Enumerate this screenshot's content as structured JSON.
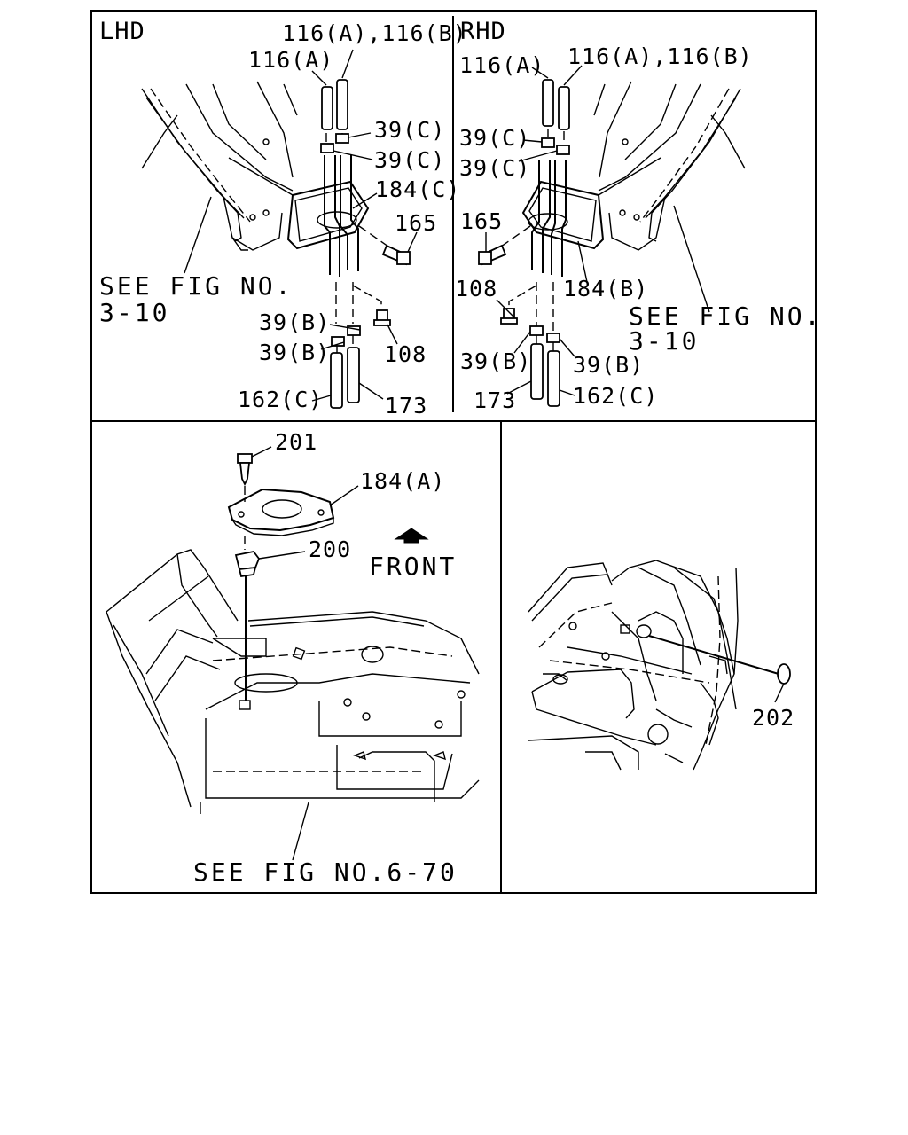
{
  "panels": {
    "lhd": {
      "title": "LHD",
      "labels": {
        "hose_ab": "116(A),116(B)",
        "hose_a": "116(A)",
        "clip_c1": "39(C)",
        "clip_c2": "39(C)",
        "bracket_c": "184(C)",
        "bolt": "165",
        "see_fig_line1": "SEE FIG NO.",
        "see_fig_line2": "3-10",
        "clip_b1": "39(B)",
        "clip_b2": "39(B)",
        "grommet": "108",
        "hose_c": "162(C)",
        "hose_173": "173"
      }
    },
    "rhd": {
      "title": "RHD",
      "labels": {
        "hose_a": "116(A)",
        "hose_ab": "116(A),116(B)",
        "clip_c1": "39(C)",
        "clip_c2": "39(C)",
        "bolt": "165",
        "grommet": "108",
        "bracket_b": "184(B)",
        "see_fig_line1": "SEE FIG NO.",
        "see_fig_line2": "3-10",
        "clip_b1": "39(B)",
        "clip_b2": "39(B)",
        "hose_173": "173",
        "hose_c": "162(C)"
      }
    },
    "bracket_view": {
      "labels": {
        "screw": "201",
        "bracket_a": "184(A)",
        "nut": "200",
        "front": "FRONT",
        "see_fig": "SEE FIG NO.6-70"
      }
    },
    "plug_view": {
      "labels": {
        "plug": "202"
      }
    }
  }
}
